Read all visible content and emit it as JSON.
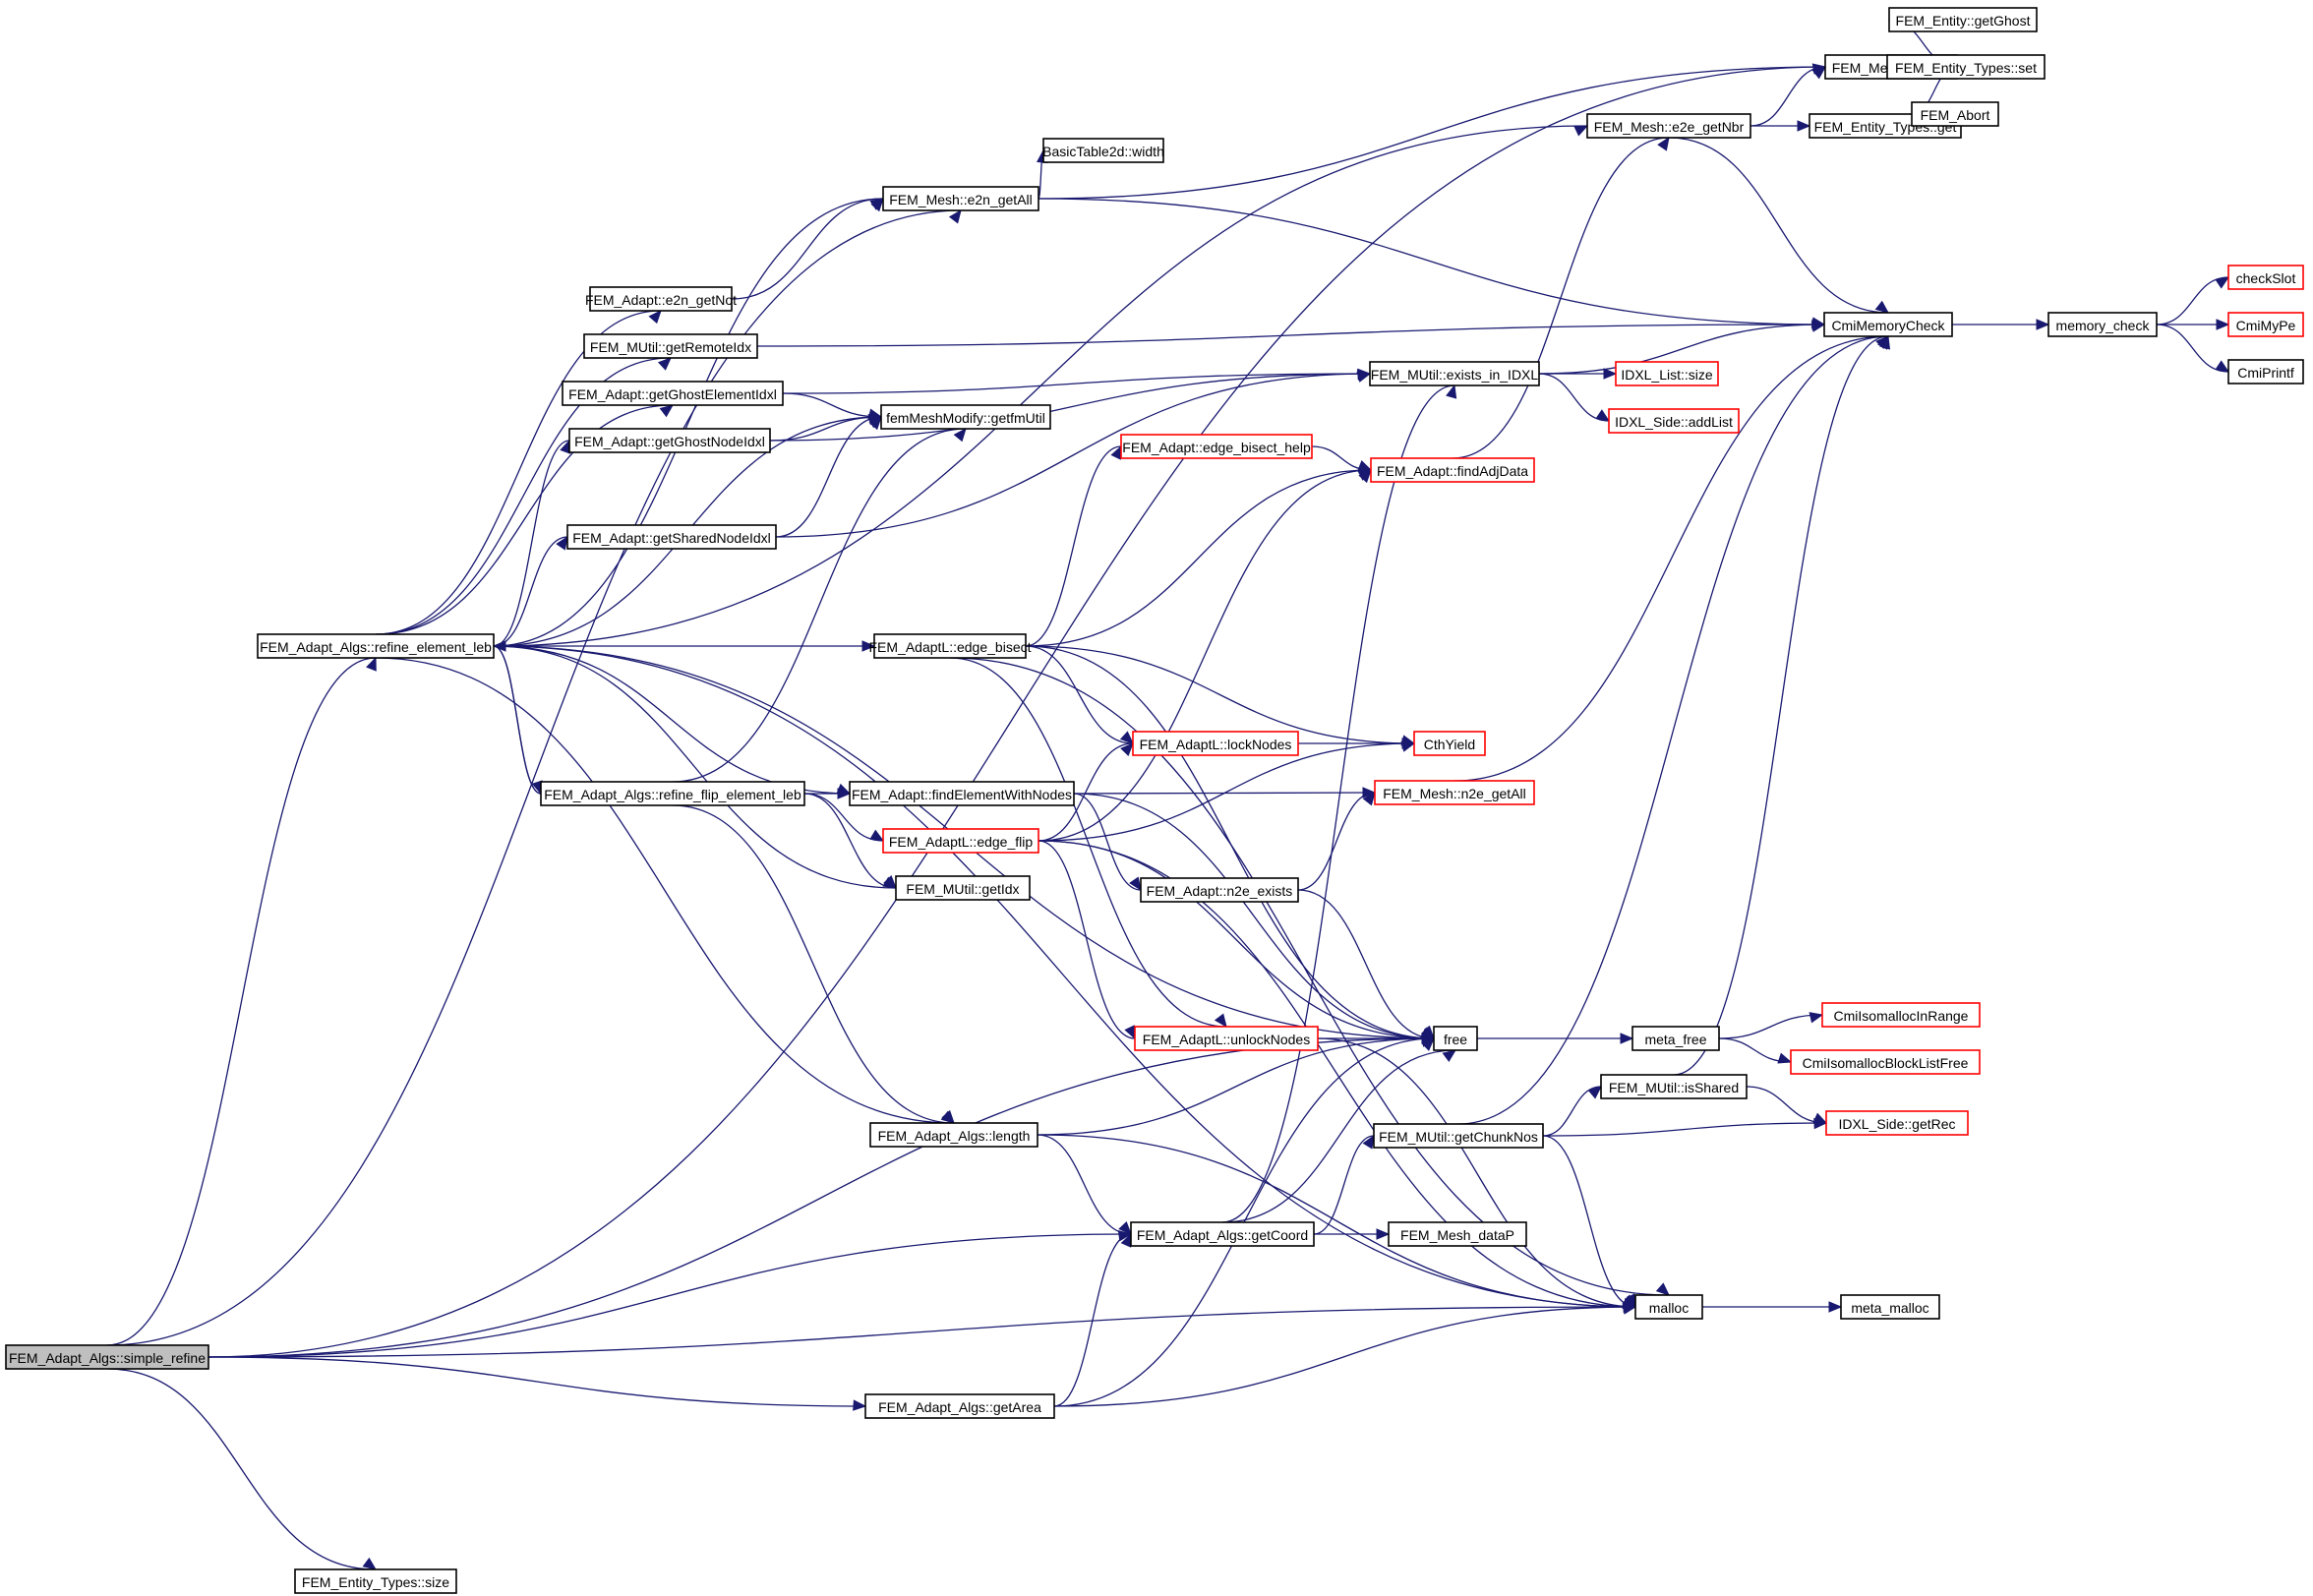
{
  "diagram": {
    "type": "call-graph",
    "colors": {
      "edge": "#191970",
      "root_fill": "#bfbfbf",
      "node_fill": "#ffffff",
      "documented_border": "#000000",
      "undocumented_border": "#ff0000"
    },
    "nodes": [
      {
        "id": "simple_refine",
        "label": "FEM_Adapt_Algs::simple_refine",
        "style": "root"
      },
      {
        "id": "refine_element_leb",
        "label": "FEM_Adapt_Algs::refine_element_leb",
        "style": "normal"
      },
      {
        "id": "refine_flip_element_leb",
        "label": "FEM_Adapt_Algs::refine_flip_element_leb",
        "style": "normal"
      },
      {
        "id": "entity_types_size",
        "label": "FEM_Entity_Types::size",
        "style": "normal"
      },
      {
        "id": "e2n_getAll",
        "label": "FEM_Mesh::e2n_getAll",
        "style": "normal"
      },
      {
        "id": "e2n_getNot",
        "label": "FEM_Adapt::e2n_getNot",
        "style": "normal"
      },
      {
        "id": "getRemoteIdx",
        "label": "FEM_MUtil::getRemoteIdx",
        "style": "normal"
      },
      {
        "id": "getGhostElementIdxl",
        "label": "FEM_Adapt::getGhostElementIdxl",
        "style": "normal"
      },
      {
        "id": "getGhostNodeIdxl",
        "label": "FEM_Adapt::getGhostNodeIdxl",
        "style": "normal"
      },
      {
        "id": "getSharedNodeIdxl",
        "label": "FEM_Adapt::getSharedNodeIdxl",
        "style": "normal"
      },
      {
        "id": "getfmUtil",
        "label": "femMeshModify::getfmUtil",
        "style": "normal"
      },
      {
        "id": "basictable_width",
        "label": "BasicTable2d::width",
        "style": "normal"
      },
      {
        "id": "edge_bisect",
        "label": "FEM_AdaptL::edge_bisect",
        "style": "normal"
      },
      {
        "id": "findElementWithNodes",
        "label": "FEM_Adapt::findElementWithNodes",
        "style": "normal"
      },
      {
        "id": "edge_flip",
        "label": "FEM_AdaptL::edge_flip",
        "style": "undocumented"
      },
      {
        "id": "getIdx",
        "label": "FEM_MUtil::getIdx",
        "style": "normal"
      },
      {
        "id": "length",
        "label": "FEM_Adapt_Algs::length",
        "style": "normal"
      },
      {
        "id": "getCoord",
        "label": "FEM_Adapt_Algs::getCoord",
        "style": "normal"
      },
      {
        "id": "getArea",
        "label": "FEM_Adapt_Algs::getArea",
        "style": "normal"
      },
      {
        "id": "edge_bisect_help",
        "label": "FEM_Adapt::edge_bisect_help",
        "style": "undocumented"
      },
      {
        "id": "lockNodes",
        "label": "FEM_AdaptL::lockNodes",
        "style": "undocumented"
      },
      {
        "id": "n2e_exists",
        "label": "FEM_Adapt::n2e_exists",
        "style": "normal"
      },
      {
        "id": "unlockNodes",
        "label": "FEM_AdaptL::unlockNodes",
        "style": "undocumented"
      },
      {
        "id": "exists_in_IDXL",
        "label": "FEM_MUtil::exists_in_IDXL",
        "style": "normal"
      },
      {
        "id": "findAdjData",
        "label": "FEM_Adapt::findAdjData",
        "style": "undocumented"
      },
      {
        "id": "CthYield",
        "label": "CthYield",
        "style": "undocumented"
      },
      {
        "id": "n2e_getAll",
        "label": "FEM_Mesh::n2e_getAll",
        "style": "undocumented"
      },
      {
        "id": "free",
        "label": "free",
        "style": "normal"
      },
      {
        "id": "getChunkNos",
        "label": "FEM_MUtil::getChunkNos",
        "style": "normal"
      },
      {
        "id": "Mesh_dataP",
        "label": "FEM_Mesh_dataP",
        "style": "normal"
      },
      {
        "id": "malloc",
        "label": "malloc",
        "style": "normal"
      },
      {
        "id": "e2e_getNbr",
        "label": "FEM_Mesh::e2e_getNbr",
        "style": "normal"
      },
      {
        "id": "lookup",
        "label": "FEM_Mesh::lookup",
        "style": "normal"
      },
      {
        "id": "entity_types_get",
        "label": "FEM_Entity_Types::get",
        "style": "normal"
      },
      {
        "id": "CmiMemoryCheck",
        "label": "CmiMemoryCheck",
        "style": "normal"
      },
      {
        "id": "IDXL_List_size",
        "label": "IDXL_List::size",
        "style": "undocumented"
      },
      {
        "id": "IDXL_Side_addList",
        "label": "IDXL_Side::addList",
        "style": "undocumented"
      },
      {
        "id": "meta_free",
        "label": "meta_free",
        "style": "normal"
      },
      {
        "id": "isShared",
        "label": "FEM_MUtil::isShared",
        "style": "normal"
      },
      {
        "id": "IDXL_Side_getRec",
        "label": "IDXL_Side::getRec",
        "style": "undocumented"
      },
      {
        "id": "meta_malloc",
        "label": "meta_malloc",
        "style": "normal"
      },
      {
        "id": "getGhost",
        "label": "FEM_Entity::getGhost",
        "style": "normal"
      },
      {
        "id": "entity_types_set",
        "label": "FEM_Entity_Types::set",
        "style": "normal"
      },
      {
        "id": "FEM_Abort",
        "label": "FEM_Abort",
        "style": "normal"
      },
      {
        "id": "memory_check",
        "label": "memory_check",
        "style": "normal"
      },
      {
        "id": "checkSlot",
        "label": "checkSlot",
        "style": "undocumented"
      },
      {
        "id": "CmiMyPe",
        "label": "CmiMyPe",
        "style": "undocumented"
      },
      {
        "id": "CmiPrintf",
        "label": "CmiPrintf",
        "style": "normal"
      },
      {
        "id": "CmiIsomallocInRange",
        "label": "CmiIsomallocInRange",
        "style": "undocumented"
      },
      {
        "id": "CmiIsomallocBlockListFree",
        "label": "CmiIsomallocBlockListFree",
        "style": "undocumented"
      }
    ],
    "edges": [
      [
        "simple_refine",
        "refine_element_leb"
      ],
      [
        "simple_refine",
        "e2n_getAll"
      ],
      [
        "simple_refine",
        "lookup"
      ],
      [
        "simple_refine",
        "free"
      ],
      [
        "simple_refine",
        "getCoord"
      ],
      [
        "simple_refine",
        "getArea"
      ],
      [
        "simple_refine",
        "malloc"
      ],
      [
        "simple_refine",
        "entity_types_size"
      ],
      [
        "refine_element_leb",
        "e2n_getAll"
      ],
      [
        "refine_element_leb",
        "e2e_getNbr"
      ],
      [
        "refine_element_leb",
        "e2n_getNot"
      ],
      [
        "refine_element_leb",
        "getRemoteIdx"
      ],
      [
        "refine_element_leb",
        "getGhostElementIdxl"
      ],
      [
        "refine_element_leb",
        "getGhostNodeIdxl"
      ],
      [
        "refine_element_leb",
        "getfmUtil"
      ],
      [
        "refine_element_leb",
        "getSharedNodeIdxl"
      ],
      [
        "refine_element_leb",
        "edge_bisect"
      ],
      [
        "refine_element_leb",
        "refine_flip_element_leb"
      ],
      [
        "refine_element_leb",
        "findElementWithNodes"
      ],
      [
        "refine_element_leb",
        "getIdx"
      ],
      [
        "refine_element_leb",
        "length"
      ],
      [
        "refine_element_leb",
        "free"
      ],
      [
        "refine_element_leb",
        "malloc"
      ],
      [
        "refine_flip_element_leb",
        "refine_element_leb"
      ],
      [
        "refine_flip_element_leb",
        "findElementWithNodes"
      ],
      [
        "refine_flip_element_leb",
        "edge_flip"
      ],
      [
        "refine_flip_element_leb",
        "getIdx"
      ],
      [
        "refine_flip_element_leb",
        "getfmUtil"
      ],
      [
        "refine_flip_element_leb",
        "length"
      ],
      [
        "e2n_getAll",
        "basictable_width"
      ],
      [
        "e2n_getAll",
        "lookup"
      ],
      [
        "e2n_getAll",
        "CmiMemoryCheck"
      ],
      [
        "e2n_getNot",
        "e2n_getAll"
      ],
      [
        "getRemoteIdx",
        "CmiMemoryCheck"
      ],
      [
        "getGhostElementIdxl",
        "getfmUtil"
      ],
      [
        "getGhostElementIdxl",
        "exists_in_IDXL"
      ],
      [
        "getGhostNodeIdxl",
        "getfmUtil"
      ],
      [
        "getGhostNodeIdxl",
        "exists_in_IDXL"
      ],
      [
        "getSharedNodeIdxl",
        "getfmUtil"
      ],
      [
        "getSharedNodeIdxl",
        "exists_in_IDXL"
      ],
      [
        "edge_bisect",
        "edge_bisect_help"
      ],
      [
        "edge_bisect",
        "findAdjData"
      ],
      [
        "edge_bisect",
        "lockNodes"
      ],
      [
        "edge_bisect",
        "CthYield"
      ],
      [
        "edge_bisect",
        "unlockNodes"
      ],
      [
        "edge_bisect",
        "free"
      ],
      [
        "edge_bisect",
        "malloc"
      ],
      [
        "edge_bisect_help",
        "findAdjData"
      ],
      [
        "findElementWithNodes",
        "n2e_getAll"
      ],
      [
        "findElementWithNodes",
        "n2e_exists"
      ],
      [
        "findElementWithNodes",
        "free"
      ],
      [
        "edge_flip",
        "findAdjData"
      ],
      [
        "edge_flip",
        "lockNodes"
      ],
      [
        "edge_flip",
        "CthYield"
      ],
      [
        "edge_flip",
        "unlockNodes"
      ],
      [
        "edge_flip",
        "free"
      ],
      [
        "edge_flip",
        "malloc"
      ],
      [
        "lockNodes",
        "CthYield"
      ],
      [
        "unlockNodes",
        "free"
      ],
      [
        "unlockNodes",
        "malloc"
      ],
      [
        "n2e_exists",
        "n2e_getAll"
      ],
      [
        "n2e_exists",
        "free"
      ],
      [
        "n2e_getAll",
        "CmiMemoryCheck"
      ],
      [
        "findAdjData",
        "e2e_getNbr"
      ],
      [
        "exists_in_IDXL",
        "IDXL_List_size"
      ],
      [
        "exists_in_IDXL",
        "IDXL_Side_addList"
      ],
      [
        "exists_in_IDXL",
        "CmiMemoryCheck"
      ],
      [
        "length",
        "getCoord"
      ],
      [
        "length",
        "free"
      ],
      [
        "length",
        "malloc"
      ],
      [
        "getCoord",
        "Mesh_dataP"
      ],
      [
        "getCoord",
        "getChunkNos"
      ],
      [
        "getCoord",
        "exists_in_IDXL"
      ],
      [
        "getCoord",
        "free"
      ],
      [
        "getArea",
        "getCoord"
      ],
      [
        "getArea",
        "free"
      ],
      [
        "getArea",
        "malloc"
      ],
      [
        "getChunkNos",
        "isShared"
      ],
      [
        "getChunkNos",
        "IDXL_Side_getRec"
      ],
      [
        "getChunkNos",
        "CmiMemoryCheck"
      ],
      [
        "getChunkNos",
        "malloc"
      ],
      [
        "isShared",
        "IDXL_Side_getRec"
      ],
      [
        "isShared",
        "CmiMemoryCheck"
      ],
      [
        "free",
        "meta_free"
      ],
      [
        "meta_free",
        "CmiIsomallocInRange"
      ],
      [
        "meta_free",
        "CmiIsomallocBlockListFree"
      ],
      [
        "malloc",
        "meta_malloc"
      ],
      [
        "e2e_getNbr",
        "lookup"
      ],
      [
        "e2e_getNbr",
        "entity_types_get"
      ],
      [
        "e2e_getNbr",
        "CmiMemoryCheck"
      ],
      [
        "lookup",
        "getGhost"
      ],
      [
        "lookup",
        "entity_types_set"
      ],
      [
        "lookup",
        "FEM_Abort"
      ],
      [
        "CmiMemoryCheck",
        "memory_check"
      ],
      [
        "memory_check",
        "checkSlot"
      ],
      [
        "memory_check",
        "CmiMyPe"
      ],
      [
        "memory_check",
        "CmiPrintf"
      ]
    ]
  }
}
